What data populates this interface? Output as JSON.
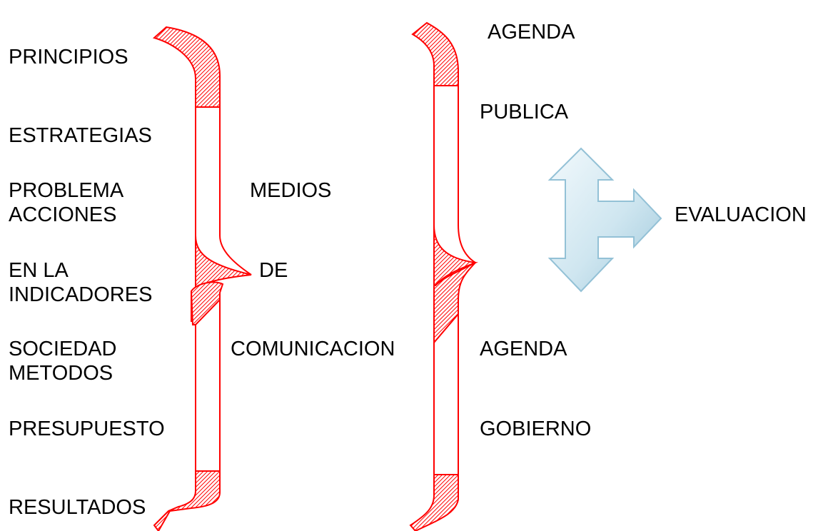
{
  "left_list": [
    "PRINCIPIOS",
    "ESTRATEGIAS",
    "PROBLEMA",
    "ACCIONES",
    "EN LA",
    "INDICADORES",
    "SOCIEDAD",
    "METODOS",
    "PRESUPUESTO",
    "RESULTADOS"
  ],
  "center": {
    "line1": "MEDIOS",
    "line2": "DE",
    "line3": "COMUNICACION"
  },
  "right_list": {
    "top_line1": "AGENDA",
    "top_line2": "PUBLICA",
    "bottom_line1": "AGENDA",
    "bottom_line2": "GOBIERNO"
  },
  "outcome": "EVALUACION",
  "colors": {
    "brace": "#ff0000",
    "arrow_fill_light": "#eef7fb",
    "arrow_fill_dark": "#a9cfe0",
    "arrow_stroke": "#9cc6d8",
    "text": "#000000"
  },
  "icons": {
    "left_brace": "curly-brace-right",
    "right_brace": "curly-brace-right",
    "arrow": "three-way-arrow-up-down-right"
  }
}
